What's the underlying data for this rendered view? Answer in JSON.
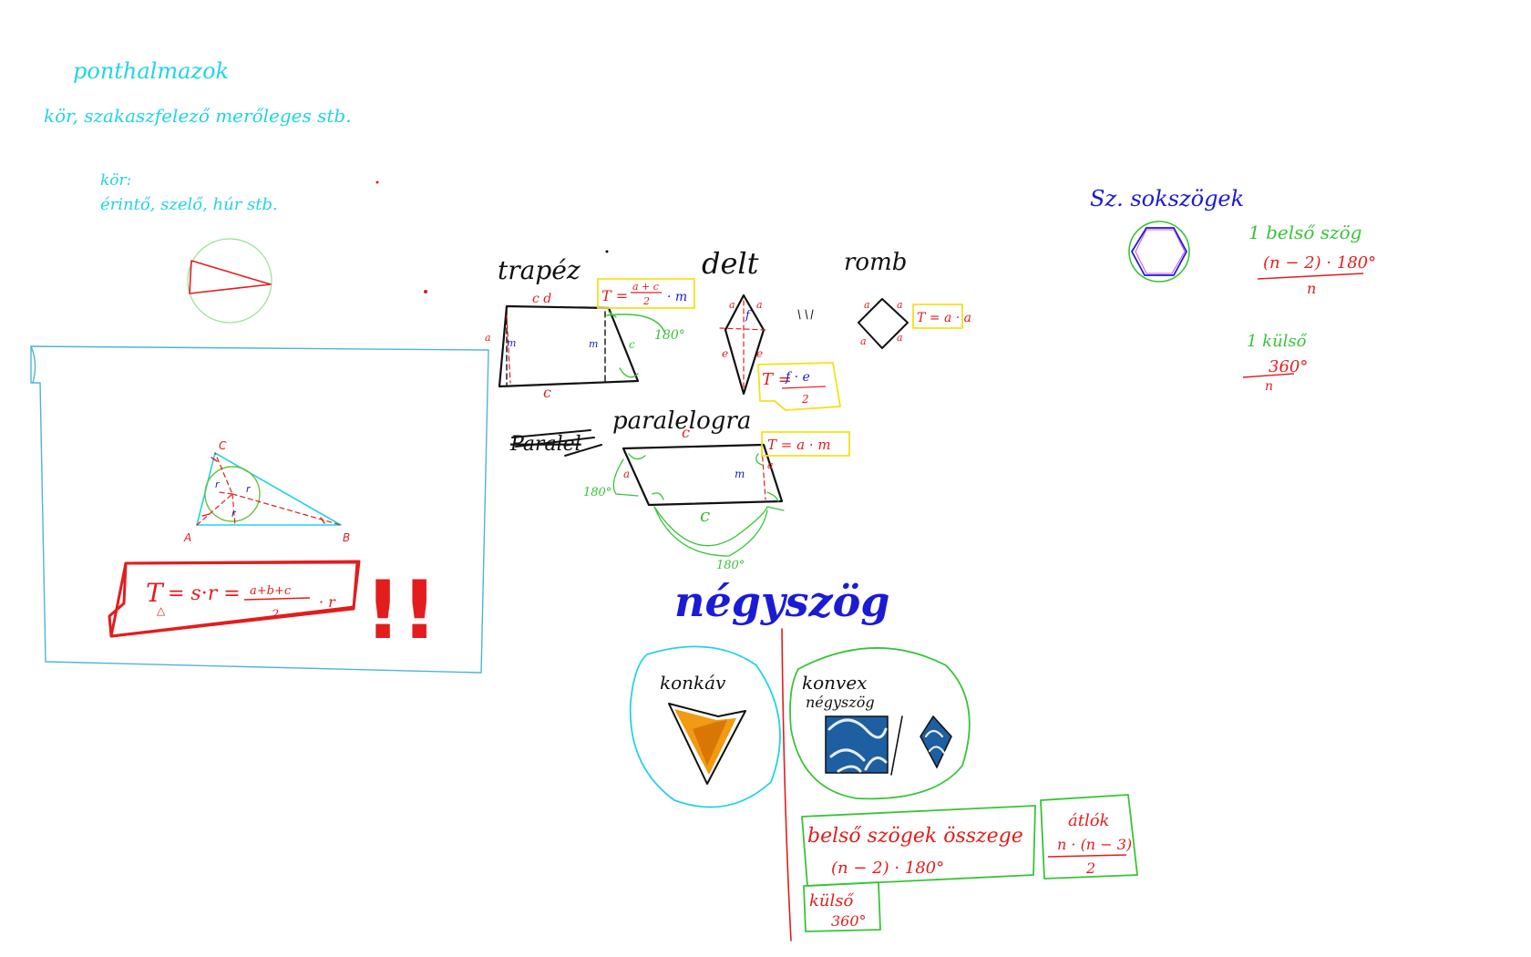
{
  "colors": {
    "cyan": "#22d3e6",
    "red": "#e31d1d",
    "green": "#38c438",
    "blue": "#1b1bd6",
    "black": "#111111",
    "yellow": "#f2e21a",
    "orange": "#f29a12",
    "tile_blue": "#1d5fa0"
  },
  "top_notes": {
    "line1": "ponthalmazok",
    "line2": "kör, szakaszfelező merőleges stb.",
    "line3": "kör:",
    "line4": "érintő, szelő, húr stb."
  },
  "triangle_box": {
    "vertex_a": "A",
    "vertex_b": "B",
    "vertex_c": "C",
    "formula": "T = s·r = (a+b+c)/2 · r",
    "formula_lhs": "T",
    "formula_sub": "△",
    "formula_mid": "= s·r =",
    "formula_num": "a+b+c",
    "formula_den": "2",
    "formula_tail": "· r",
    "alert": "!!"
  },
  "trapez": {
    "title": "trapéz",
    "top_label": "c d",
    "bottom_label": "c",
    "side_label": "a",
    "height_label": "m",
    "angle_label": "180°",
    "formula_lhs": "T =",
    "formula_num": "a + c",
    "formula_den": "2",
    "formula_tail": "· m"
  },
  "delta": {
    "title": "delt",
    "edge_a": "a",
    "edge_e": "e",
    "diag_f": "f",
    "formula_lhs": "T =",
    "formula_num": "f · e",
    "formula_den": "2"
  },
  "rombusz": {
    "title": "romb",
    "edge_a": "a",
    "formula": "T = a · a"
  },
  "paralelogramma": {
    "title": "paralelogra",
    "scribble": "Paralel",
    "top_label": "c",
    "bottom_label": "c",
    "side_label": "a",
    "height_label": "m",
    "angle_left": "180°",
    "angle_bottom": "180°",
    "formula": "T = a · m"
  },
  "sokszog": {
    "title": "Sz. sokszögek",
    "inner_title": "1 belső szög",
    "inner_num": "(n − 2) · 180°",
    "inner_den": "n",
    "outer_title": "1 külső",
    "outer_num": "360°",
    "outer_den": "n"
  },
  "negyszog": {
    "title": "négyszög",
    "concave_label": "konkáv",
    "convex_label_1": "konvex",
    "convex_label_2": "négyszög",
    "inner_sum_title": "belső szögek összege",
    "inner_sum_value": "(n − 2) · 180°",
    "outer_title": "külső",
    "outer_value": "360°",
    "diagonals_title": "átlók",
    "diagonals_num": "n · (n − 3)",
    "diagonals_den": "2"
  }
}
